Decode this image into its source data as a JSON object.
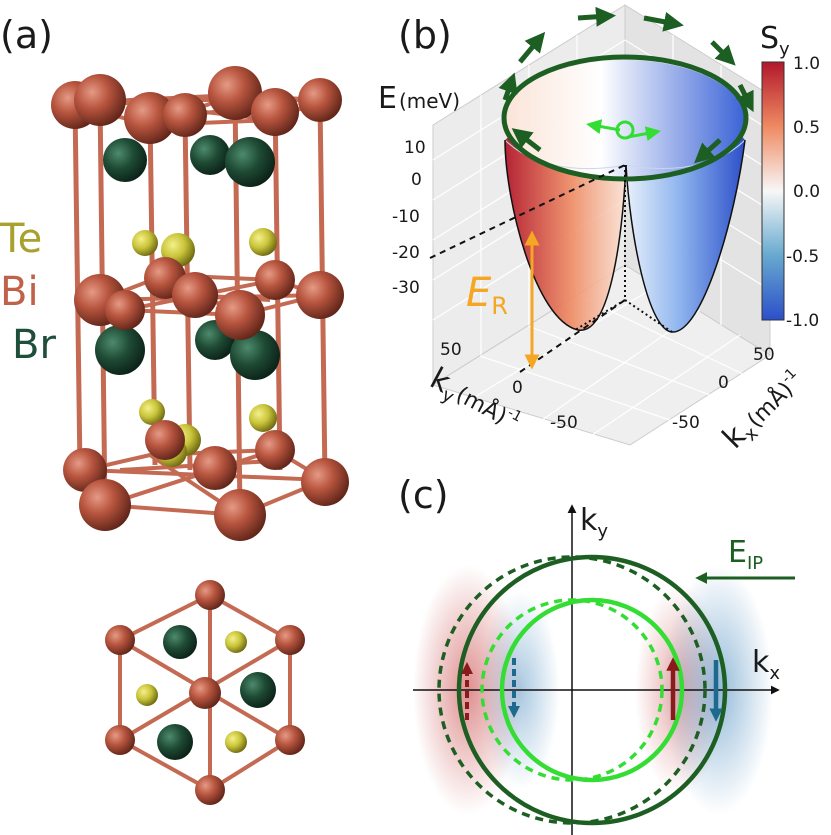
{
  "panels": {
    "a": {
      "label": "(a)"
    },
    "b": {
      "label": "(b)"
    },
    "c": {
      "label": "(c)"
    }
  },
  "elements": [
    {
      "symbol": "Te",
      "color": "#a8a12e"
    },
    {
      "symbol": "Bi",
      "color": "#c0614a"
    },
    {
      "symbol": "Br",
      "color": "#1f4f3a"
    }
  ],
  "colors": {
    "bi_atom": "#b8553f",
    "te_atom": "#c9c43a",
    "br_atom": "#1e4a34",
    "spin_up": "#c62828",
    "spin_down": "#2e6fb0",
    "outer_contour": "#1d5e22",
    "inner_contour": "#33dd33",
    "rashba_energy": "#f5a623",
    "arrow_up_dark": "#8b1a1a",
    "arrow_down_dark": "#1e6a8f"
  },
  "panel_b": {
    "energy_axis": {
      "title": "E",
      "unit": "(meV)",
      "ticks": [
        "10",
        "0",
        "-10",
        "-20",
        "-30"
      ]
    },
    "ky_axis": {
      "title": "k",
      "sub": "y",
      "unit": "(mÅ)",
      "exp": "-1",
      "ticks": [
        "50",
        "0",
        "-50"
      ]
    },
    "kx_axis": {
      "title": "k",
      "sub": "x",
      "unit": "(mÅ)",
      "exp": "-1",
      "ticks": [
        "50",
        "0",
        "-50"
      ]
    },
    "rashba_label": {
      "main": "E",
      "sub": "R"
    },
    "colorbar": {
      "title": "S",
      "sub": "y",
      "ticks": [
        "1.0",
        "0.5",
        "0.0",
        "-0.5",
        "-1.0"
      ],
      "max": 1.0,
      "min": -1.0
    }
  },
  "panel_c": {
    "ky_label": {
      "main": "k",
      "sub": "y"
    },
    "kx_label": {
      "main": "k",
      "sub": "x"
    },
    "field_label": {
      "main": "E",
      "sub": "IP"
    }
  }
}
